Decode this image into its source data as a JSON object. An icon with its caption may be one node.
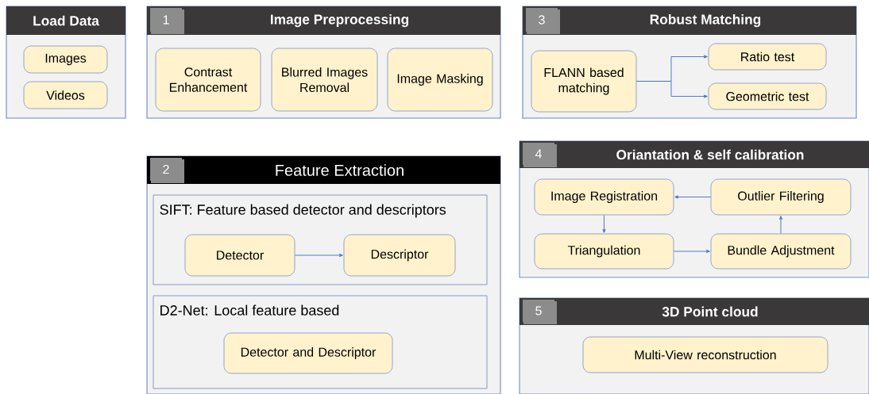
{
  "diagram": {
    "nodes": [
      {
        "text": [
          "Load Data"
        ]
      },
      {
        "text": [
          "Images"
        ],
        "in": 0
      },
      {
        "text": [
          "Videos"
        ],
        "in": 0
      },
      {
        "text": [
          "1",
          "Image Preprocessing"
        ]
      },
      {
        "text": [
          "Contrast Enhancement"
        ],
        "in": 3
      },
      {
        "text": [
          "Blurred Images Removal"
        ],
        "in": 3
      },
      {
        "text": [
          "Image Masking"
        ],
        "in": 3
      },
      {
        "text": [
          "3",
          "Robust Matching"
        ]
      },
      {
        "text": [
          "FLANN based matching"
        ],
        "in": 7
      },
      {
        "text": [
          "Ratio test"
        ],
        "in": 7
      },
      {
        "text": [
          "Geometric test"
        ],
        "in": 7
      },
      {
        "text": [
          "2",
          "Feature Extraction"
        ]
      },
      {
        "text": [
          "SIFT: Feature based detector and descriptors"
        ],
        "in": 11
      },
      {
        "text": [
          "Detector"
        ],
        "in": 12
      },
      {
        "text": [
          "Descriptor"
        ],
        "in": 12
      },
      {
        "text": [
          "D2-Net: Local feature based"
        ],
        "in": 11
      },
      {
        "text": [
          "Detector and Descriptor"
        ],
        "in": 15
      },
      {
        "text": [
          "4",
          "Oriantation & self calibration"
        ]
      },
      {
        "text": [
          "Image Registration"
        ],
        "in": 17
      },
      {
        "text": [
          "Outlier Filtering"
        ],
        "in": 17
      },
      {
        "text": [
          "Triangulation"
        ],
        "in": 17
      },
      {
        "text": [
          "Bundle Adjustment"
        ],
        "in": 17
      },
      {
        "text": [
          "5",
          "3D Point cloud"
        ]
      },
      {
        "text": [
          "Multi-View reconstruction"
        ],
        "in": 22
      }
    ],
    "edges": [
      {
        "from": 8,
        "to": 9,
        "arrow": "to"
      },
      {
        "from": 8,
        "to": 10,
        "arrow": "to"
      },
      {
        "from": 13,
        "to": 14,
        "arrow": "to"
      },
      {
        "from": 19,
        "to": 18,
        "arrow": "to"
      },
      {
        "from": 18,
        "to": 20,
        "arrow": "to"
      },
      {
        "from": 20,
        "to": 21,
        "arrow": "to"
      },
      {
        "from": 21,
        "to": 19,
        "arrow": "to"
      }
    ]
  }
}
